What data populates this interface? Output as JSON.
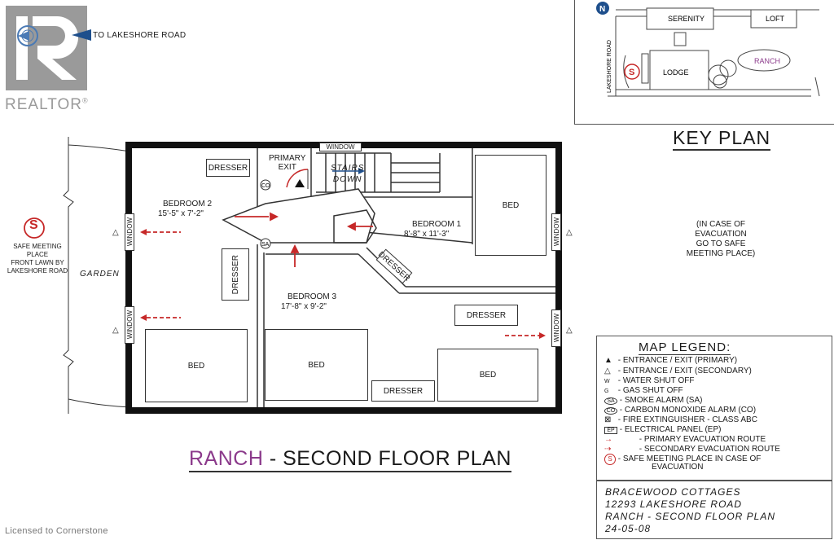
{
  "realtor": {
    "brand": "REALTOR",
    "registered": "®"
  },
  "direction": {
    "label": "TO LAKESHORE ROAD"
  },
  "key_plan": {
    "title": "KEY PLAN",
    "buildings": [
      "SERENITY",
      "LOFT",
      "LODGE",
      "RANCH"
    ],
    "road": "LAKESHORE ROAD",
    "safe_symbol": "S"
  },
  "evacuation_note": [
    "(IN CASE OF",
    "EVACUATION",
    "GO TO SAFE",
    "MEETING PLACE)"
  ],
  "safe_place": {
    "symbol": "S",
    "lines": [
      "SAFE MEETING PLACE",
      "FRONT LAWN BY",
      "LAKESHORE ROAD"
    ]
  },
  "garden": "GARDEN",
  "rooms": {
    "bedroom2": {
      "name": "BEDROOM 2",
      "size": "15'-5\" x 7'-2\""
    },
    "bedroom1": {
      "name": "BEDROOM 1",
      "size": "8'-8\" x 11'-3\""
    },
    "bedroom3": {
      "name": "BEDROOM 3",
      "size": "17'-8\" x 9'-2\""
    }
  },
  "labels": {
    "window": "WINDOW",
    "primary_exit": [
      "PRIMARY",
      "EXIT"
    ],
    "stairs": [
      "STAIRS",
      "DOWN"
    ],
    "dresser": "DRESSER",
    "bed": "BED",
    "co": "CO",
    "sa": "SA"
  },
  "title": {
    "part1": "RANCH",
    "part2": " - SECOND FLOOR PLAN"
  },
  "legend": {
    "title": "MAP LEGEND:",
    "items": [
      {
        "symbol": "▲",
        "text": "- ENTRANCE / EXIT (PRIMARY)"
      },
      {
        "symbol": "△",
        "text": "- ENTRANCE / EXIT (SECONDARY)"
      },
      {
        "symbol": "W",
        "text": "- WATER SHUT OFF"
      },
      {
        "symbol": "G",
        "text": "- GAS SHUT OFF"
      },
      {
        "symbol": "SA",
        "text": "- SMOKE ALARM (SA)"
      },
      {
        "symbol": "CO",
        "text": "- CARBON MONOXIDE ALARM (CO)"
      },
      {
        "symbol": "⊠",
        "text": "- FIRE EXTINGUISHER - CLASS ABC"
      },
      {
        "symbol": "EP",
        "text": "- ELECTRICAL PANEL (EP)"
      },
      {
        "symbol": "→",
        "text": "- PRIMARY EVACUATION ROUTE"
      },
      {
        "symbol": "⇢",
        "text": "- SECONDARY EVACUATION ROUTE"
      },
      {
        "symbol": "S",
        "text": "- SAFE MEETING PLACE IN CASE OF"
      },
      {
        "symbol": "",
        "text": "EVACUATION"
      }
    ]
  },
  "title_block": [
    "BRACEWOOD COTTAGES",
    "12293 LAKESHORE ROAD",
    "RANCH - SECOND FLOOR PLAN",
    "24-05-08"
  ],
  "footer": "Licensed to Cornerstone",
  "colors": {
    "route_red": "#c62828",
    "title_purple": "#8b3a8b",
    "arrow_blue": "#1e4f8c"
  }
}
